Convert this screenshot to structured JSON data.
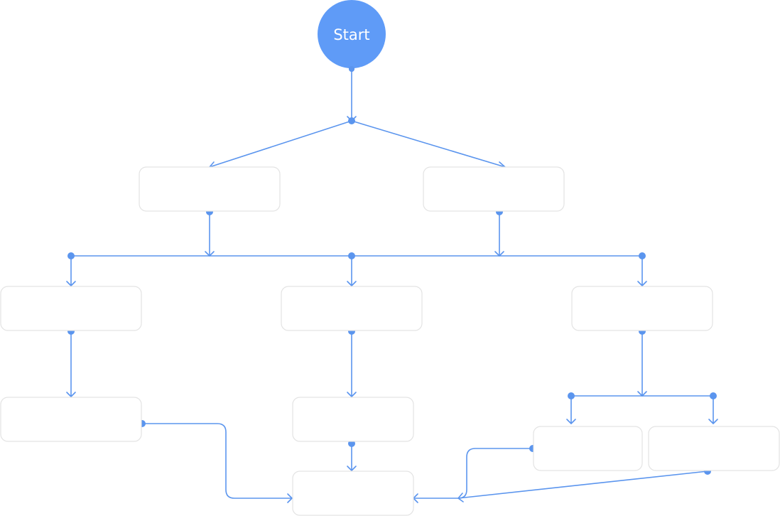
{
  "diagram": {
    "start_node": {
      "label": "Start"
    },
    "nodes": [
      {
        "id": "n1",
        "label": ""
      },
      {
        "id": "n2",
        "label": ""
      },
      {
        "id": "n3",
        "label": ""
      },
      {
        "id": "n4",
        "label": ""
      },
      {
        "id": "n5",
        "label": ""
      },
      {
        "id": "n6",
        "label": ""
      },
      {
        "id": "n7",
        "label": ""
      },
      {
        "id": "n8",
        "label": ""
      },
      {
        "id": "n9",
        "label": ""
      },
      {
        "id": "n10",
        "label": ""
      }
    ],
    "edges": [
      {
        "from": "start",
        "to": "n1"
      },
      {
        "from": "start",
        "to": "n2"
      },
      {
        "from": "n1",
        "to": "n3"
      },
      {
        "from": "n1",
        "to": "n4"
      },
      {
        "from": "n1",
        "to": "n5"
      },
      {
        "from": "n2",
        "to": "n3"
      },
      {
        "from": "n2",
        "to": "n4"
      },
      {
        "from": "n2",
        "to": "n5"
      },
      {
        "from": "n3",
        "to": "n6"
      },
      {
        "from": "n4",
        "to": "n7"
      },
      {
        "from": "n5",
        "to": "n8"
      },
      {
        "from": "n5",
        "to": "n9"
      },
      {
        "from": "n6",
        "to": "n10"
      },
      {
        "from": "n7",
        "to": "n10"
      },
      {
        "from": "n8",
        "to": "n10"
      },
      {
        "from": "n9",
        "to": "n10"
      }
    ],
    "colors": {
      "start_fill": "#5f9bf7",
      "connector": "#5b95ee",
      "node_border": "#e3e3e3"
    }
  }
}
